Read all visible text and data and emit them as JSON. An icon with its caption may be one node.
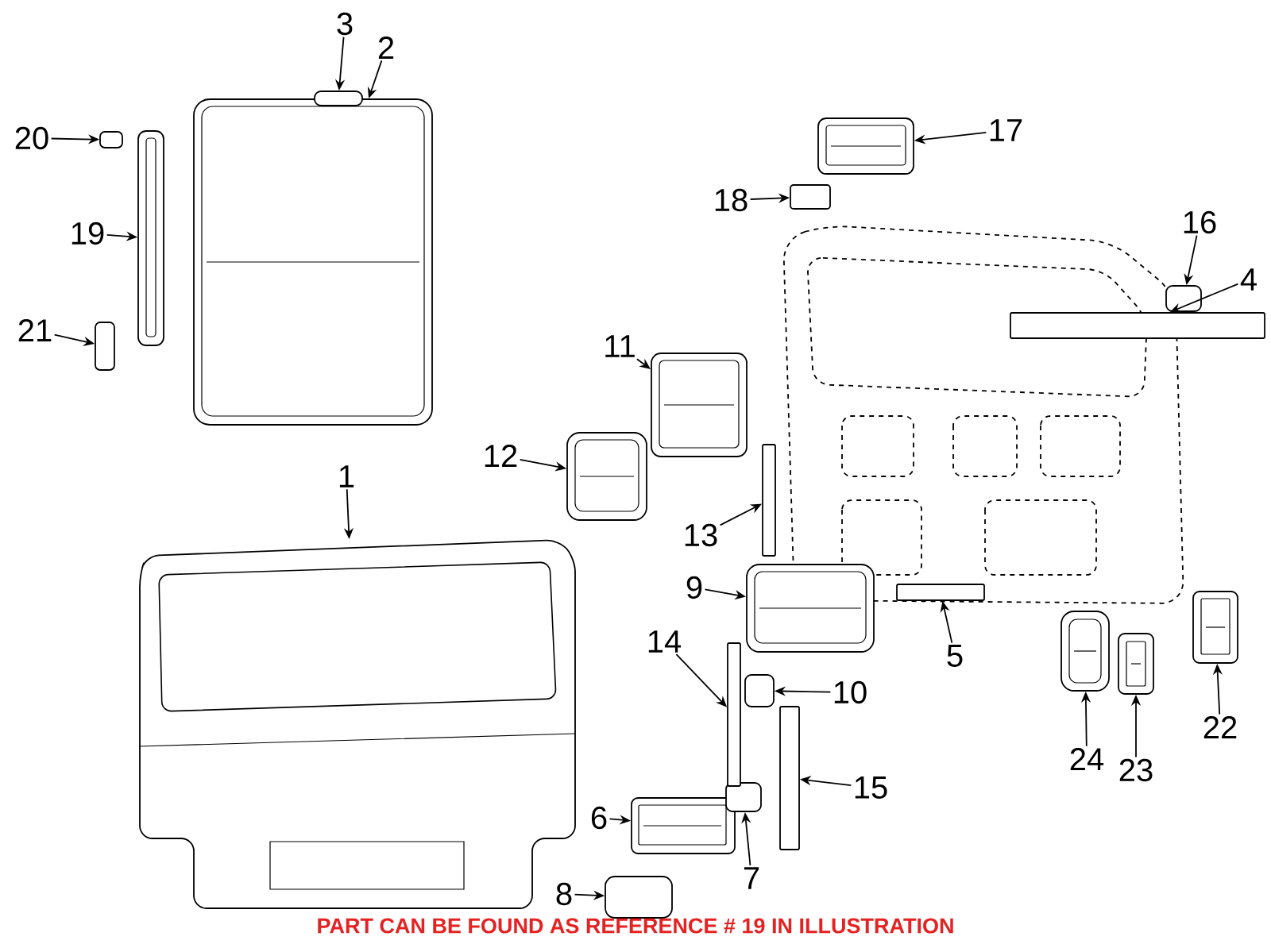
{
  "diagram": {
    "caption": "PART CAN BE FOUND AS REFERENCE # 19 IN ILLUSTRATION",
    "nodes": [
      {
        "text": [
          "1"
        ]
      },
      {
        "text": [
          "2"
        ]
      },
      {
        "text": [
          "3"
        ]
      },
      {
        "text": [
          "4"
        ]
      },
      {
        "text": [
          "5"
        ]
      },
      {
        "text": [
          "6"
        ]
      },
      {
        "text": [
          "7"
        ]
      },
      {
        "text": [
          "8"
        ]
      },
      {
        "text": [
          "9"
        ]
      },
      {
        "text": [
          "10"
        ]
      },
      {
        "text": [
          "11"
        ]
      },
      {
        "text": [
          "12"
        ]
      },
      {
        "text": [
          "13"
        ]
      },
      {
        "text": [
          "14"
        ]
      },
      {
        "text": [
          "15"
        ]
      },
      {
        "text": [
          "16"
        ]
      },
      {
        "text": [
          "17"
        ]
      },
      {
        "text": [
          "18"
        ]
      },
      {
        "text": [
          "19"
        ]
      },
      {
        "text": [
          "20"
        ]
      },
      {
        "text": [
          "21"
        ]
      },
      {
        "text": [
          "22"
        ]
      },
      {
        "text": [
          "23"
        ]
      },
      {
        "text": [
          "24"
        ]
      },
      {
        "text": [],
        "shape": "picture"
      },
      {
        "text": [],
        "shape": "picture"
      },
      {
        "text": [],
        "shape": "box"
      },
      {
        "text": [],
        "shape": "bar"
      },
      {
        "text": [],
        "shape": "bar"
      },
      {
        "text": [],
        "shape": "picture"
      },
      {
        "text": [],
        "shape": "box"
      },
      {
        "text": [],
        "shape": "box"
      },
      {
        "text": [],
        "shape": "picture"
      },
      {
        "text": [],
        "shape": "box"
      },
      {
        "text": [],
        "shape": "picture"
      },
      {
        "text": [],
        "shape": "picture"
      },
      {
        "text": [],
        "shape": "bar"
      },
      {
        "text": [],
        "shape": "bar"
      },
      {
        "text": [],
        "shape": "bar"
      },
      {
        "text": [],
        "shape": "box"
      },
      {
        "text": [],
        "shape": "picture"
      },
      {
        "text": [],
        "shape": "box"
      },
      {
        "text": [],
        "shape": "picture"
      },
      {
        "text": [],
        "shape": "box"
      },
      {
        "text": [],
        "shape": "box"
      },
      {
        "text": [],
        "shape": "picture"
      },
      {
        "text": [],
        "shape": "picture"
      },
      {
        "text": [],
        "shape": "picture"
      }
    ],
    "edges": [
      {
        "from": 0,
        "to": 24,
        "arrow": "to"
      },
      {
        "from": 1,
        "to": 25,
        "arrow": "to"
      },
      {
        "from": 2,
        "to": 26,
        "arrow": "to"
      },
      {
        "from": 3,
        "to": 27,
        "arrow": "to"
      },
      {
        "from": 4,
        "to": 28,
        "arrow": "to"
      },
      {
        "from": 5,
        "to": 29,
        "arrow": "to"
      },
      {
        "from": 6,
        "to": 30,
        "arrow": "to"
      },
      {
        "from": 7,
        "to": 31,
        "arrow": "to"
      },
      {
        "from": 8,
        "to": 32,
        "arrow": "to"
      },
      {
        "from": 9,
        "to": 33,
        "arrow": "to"
      },
      {
        "from": 10,
        "to": 34,
        "arrow": "to"
      },
      {
        "from": 11,
        "to": 35,
        "arrow": "to"
      },
      {
        "from": 12,
        "to": 36,
        "arrow": "to"
      },
      {
        "from": 13,
        "to": 37,
        "arrow": "to"
      },
      {
        "from": 14,
        "to": 38,
        "arrow": "to"
      },
      {
        "from": 15,
        "to": 39,
        "arrow": "to"
      },
      {
        "from": 16,
        "to": 40,
        "arrow": "to"
      },
      {
        "from": 17,
        "to": 41,
        "arrow": "to"
      },
      {
        "from": 18,
        "to": 42,
        "arrow": "to"
      },
      {
        "from": 19,
        "to": 43,
        "arrow": "to"
      },
      {
        "from": 20,
        "to": 44,
        "arrow": "to"
      },
      {
        "from": 21,
        "to": 45,
        "arrow": "to"
      },
      {
        "from": 22,
        "to": 46,
        "arrow": "to"
      },
      {
        "from": 23,
        "to": 47,
        "arrow": "to"
      }
    ]
  }
}
